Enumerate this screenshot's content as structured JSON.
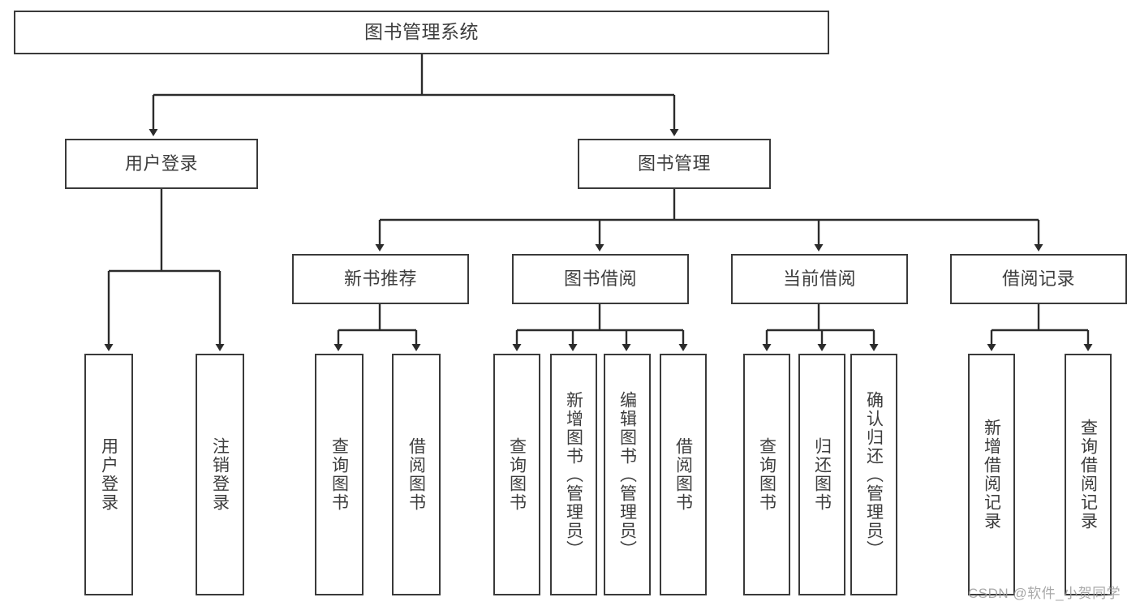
{
  "diagram": {
    "type": "tree-hierarchy-diagram",
    "title": "图书管理系统",
    "theme": {
      "background": "#ffffff",
      "box_border": "#3a3a3a",
      "box_fill": "#ffffff",
      "text": "#3d3d3d",
      "connector": "#2b2b2b",
      "watermark": "#9a9a9a"
    },
    "levels": {
      "level1": [
        "图书管理系统"
      ],
      "level2": [
        "用户登录",
        "图书管理"
      ],
      "level3": [
        "新书推荐",
        "图书借阅",
        "当前借阅",
        "借阅记录"
      ],
      "level4": [
        "用户登录",
        "注销登录",
        "查询图书",
        "借阅图书",
        "查询图书",
        "新增图书（管理员）",
        "编辑图书（管理员）",
        "借阅图书",
        "查询图书",
        "归还图书",
        "确认归还（管理员）",
        "新增借阅记录",
        "查询借阅记录"
      ]
    },
    "nodes": {
      "root": {
        "label": "图书管理系统"
      },
      "user_login": {
        "label": "用户登录"
      },
      "book_mgmt": {
        "label": "图书管理"
      },
      "new_book_rec": {
        "label": "新书推荐"
      },
      "book_borrow": {
        "label": "图书借阅"
      },
      "current_borrow": {
        "label": "当前借阅"
      },
      "borrow_record": {
        "label": "借阅记录"
      },
      "leaf_user_login": {
        "label": "用户登录"
      },
      "leaf_logout": {
        "label": "注销登录"
      },
      "leaf_query_book_1": {
        "label": "查询图书"
      },
      "leaf_borrow_book_1": {
        "label": "借阅图书"
      },
      "leaf_query_book_2": {
        "label": "查询图书"
      },
      "leaf_add_book": {
        "label": "新增图书（管理员）"
      },
      "leaf_edit_book": {
        "label": "编辑图书（管理员）"
      },
      "leaf_borrow_book_2": {
        "label": "借阅图书"
      },
      "leaf_query_book_3": {
        "label": "查询图书"
      },
      "leaf_return_book": {
        "label": "归还图书"
      },
      "leaf_confirm_return": {
        "label": "确认归还（管理员）"
      },
      "leaf_add_record": {
        "label": "新增借阅记录"
      },
      "leaf_query_record": {
        "label": "查询借阅记录"
      }
    },
    "edges": [
      {
        "from": "root",
        "to": "user_login"
      },
      {
        "from": "root",
        "to": "book_mgmt"
      },
      {
        "from": "user_login",
        "to": "leaf_user_login"
      },
      {
        "from": "user_login",
        "to": "leaf_logout"
      },
      {
        "from": "book_mgmt",
        "to": "new_book_rec"
      },
      {
        "from": "book_mgmt",
        "to": "book_borrow"
      },
      {
        "from": "book_mgmt",
        "to": "current_borrow"
      },
      {
        "from": "book_mgmt",
        "to": "borrow_record"
      },
      {
        "from": "new_book_rec",
        "to": "leaf_query_book_1"
      },
      {
        "from": "new_book_rec",
        "to": "leaf_borrow_book_1"
      },
      {
        "from": "book_borrow",
        "to": "leaf_query_book_2"
      },
      {
        "from": "book_borrow",
        "to": "leaf_add_book"
      },
      {
        "from": "book_borrow",
        "to": "leaf_edit_book"
      },
      {
        "from": "book_borrow",
        "to": "leaf_borrow_book_2"
      },
      {
        "from": "current_borrow",
        "to": "leaf_query_book_3"
      },
      {
        "from": "current_borrow",
        "to": "leaf_return_book"
      },
      {
        "from": "current_borrow",
        "to": "leaf_confirm_return"
      },
      {
        "from": "borrow_record",
        "to": "leaf_add_record"
      },
      {
        "from": "borrow_record",
        "to": "leaf_query_record"
      }
    ]
  },
  "watermark": {
    "text": "CSDN @软件_小贺同学"
  }
}
